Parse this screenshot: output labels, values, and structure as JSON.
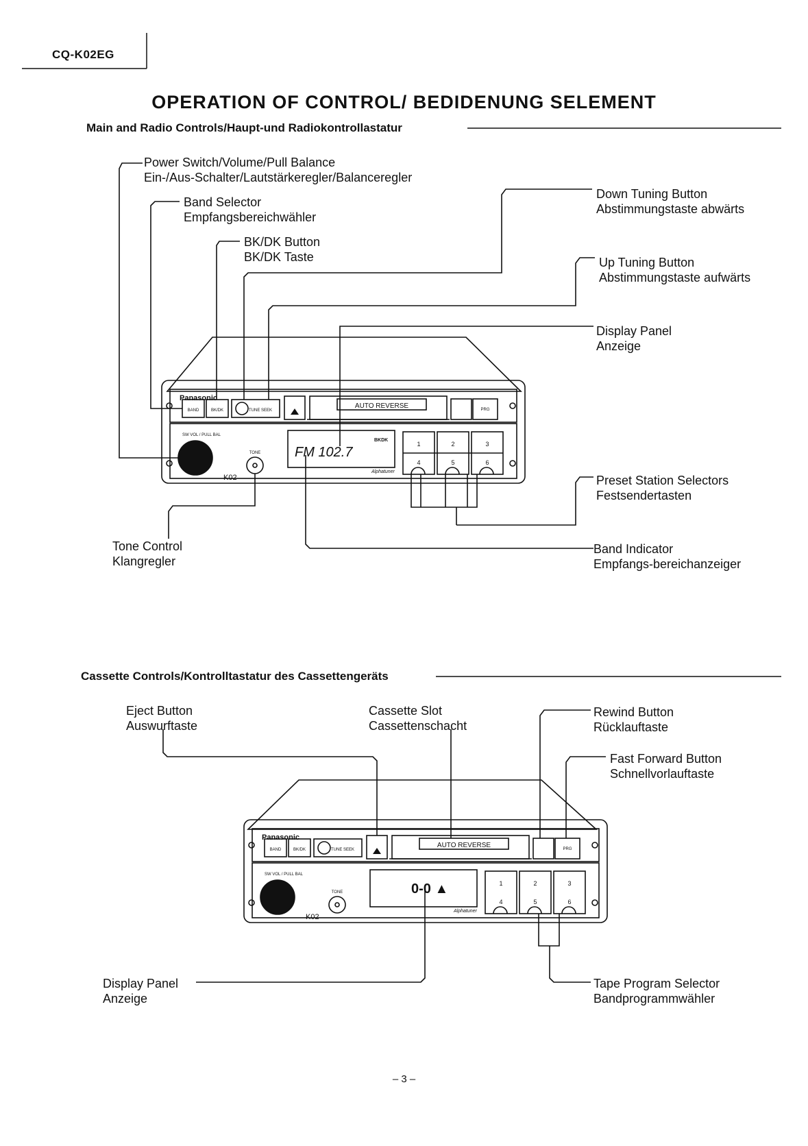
{
  "header": {
    "model": "CQ-K02EG"
  },
  "title": "OPERATION OF CONTROL/ BEDIDENUNG SELEMENT",
  "sections": {
    "main": "Main and Radio Controls/Haupt-und Radiokontrollastatur",
    "cassette": "Cassette Controls/Kontrolltastatur des Cassettengeräts"
  },
  "main_labels": {
    "power": [
      "Power Switch/Volume/Pull Balance",
      "Ein-/Aus-Schalter/Lautstärkeregler/Balanceregler"
    ],
    "band_selector": [
      "Band Selector",
      "Empfangsbereichwähler"
    ],
    "bkdk": [
      "BK/DK Button",
      "BK/DK Taste"
    ],
    "down_tuning": [
      "Down Tuning Button",
      "Abstimmungstaste abwärts"
    ],
    "up_tuning": [
      "Up Tuning Button",
      "Abstimmungstaste aufwärts"
    ],
    "display": [
      "Display Panel",
      "Anzeige"
    ],
    "preset": [
      "Preset Station Selectors",
      "Festsendertasten"
    ],
    "tone": [
      "Tone Control",
      "Klangregler"
    ],
    "band_indicator": [
      "Band Indicator",
      "Empfangs-bereichanzeiger"
    ]
  },
  "cassette_labels": {
    "eject": [
      "Eject Button",
      "Auswurftaste"
    ],
    "slot": [
      "Cassette Slot",
      "Cassettenschacht"
    ],
    "rewind": [
      "Rewind Button",
      "Rücklauftaste"
    ],
    "ffwd": [
      "Fast Forward Button",
      "Schnellvorlauftaste"
    ],
    "display": [
      "Display Panel",
      "Anzeige"
    ],
    "program": [
      "Tape Program Selector",
      "Bandprogrammwähler"
    ]
  },
  "device": {
    "brand": "Panasonic",
    "band_btn": "BAND",
    "bkdk_btn": "BK/DK",
    "tune_btn": "TUNE SEEK",
    "slot_text": "AUTO REVERSE",
    "volume_text": "SW VOL / PULL BAL",
    "tone_text": "TONE",
    "model_text": "K02",
    "radio_display": "FM 102.7",
    "radio_tag": "BKDK",
    "tape_display": "0-0 ▲",
    "logo_text": "Alphatuner",
    "presets": [
      "1",
      "2",
      "3",
      "4",
      "5",
      "6"
    ],
    "prg_text": "PRG"
  },
  "footer": {
    "page": "– 3 –"
  }
}
